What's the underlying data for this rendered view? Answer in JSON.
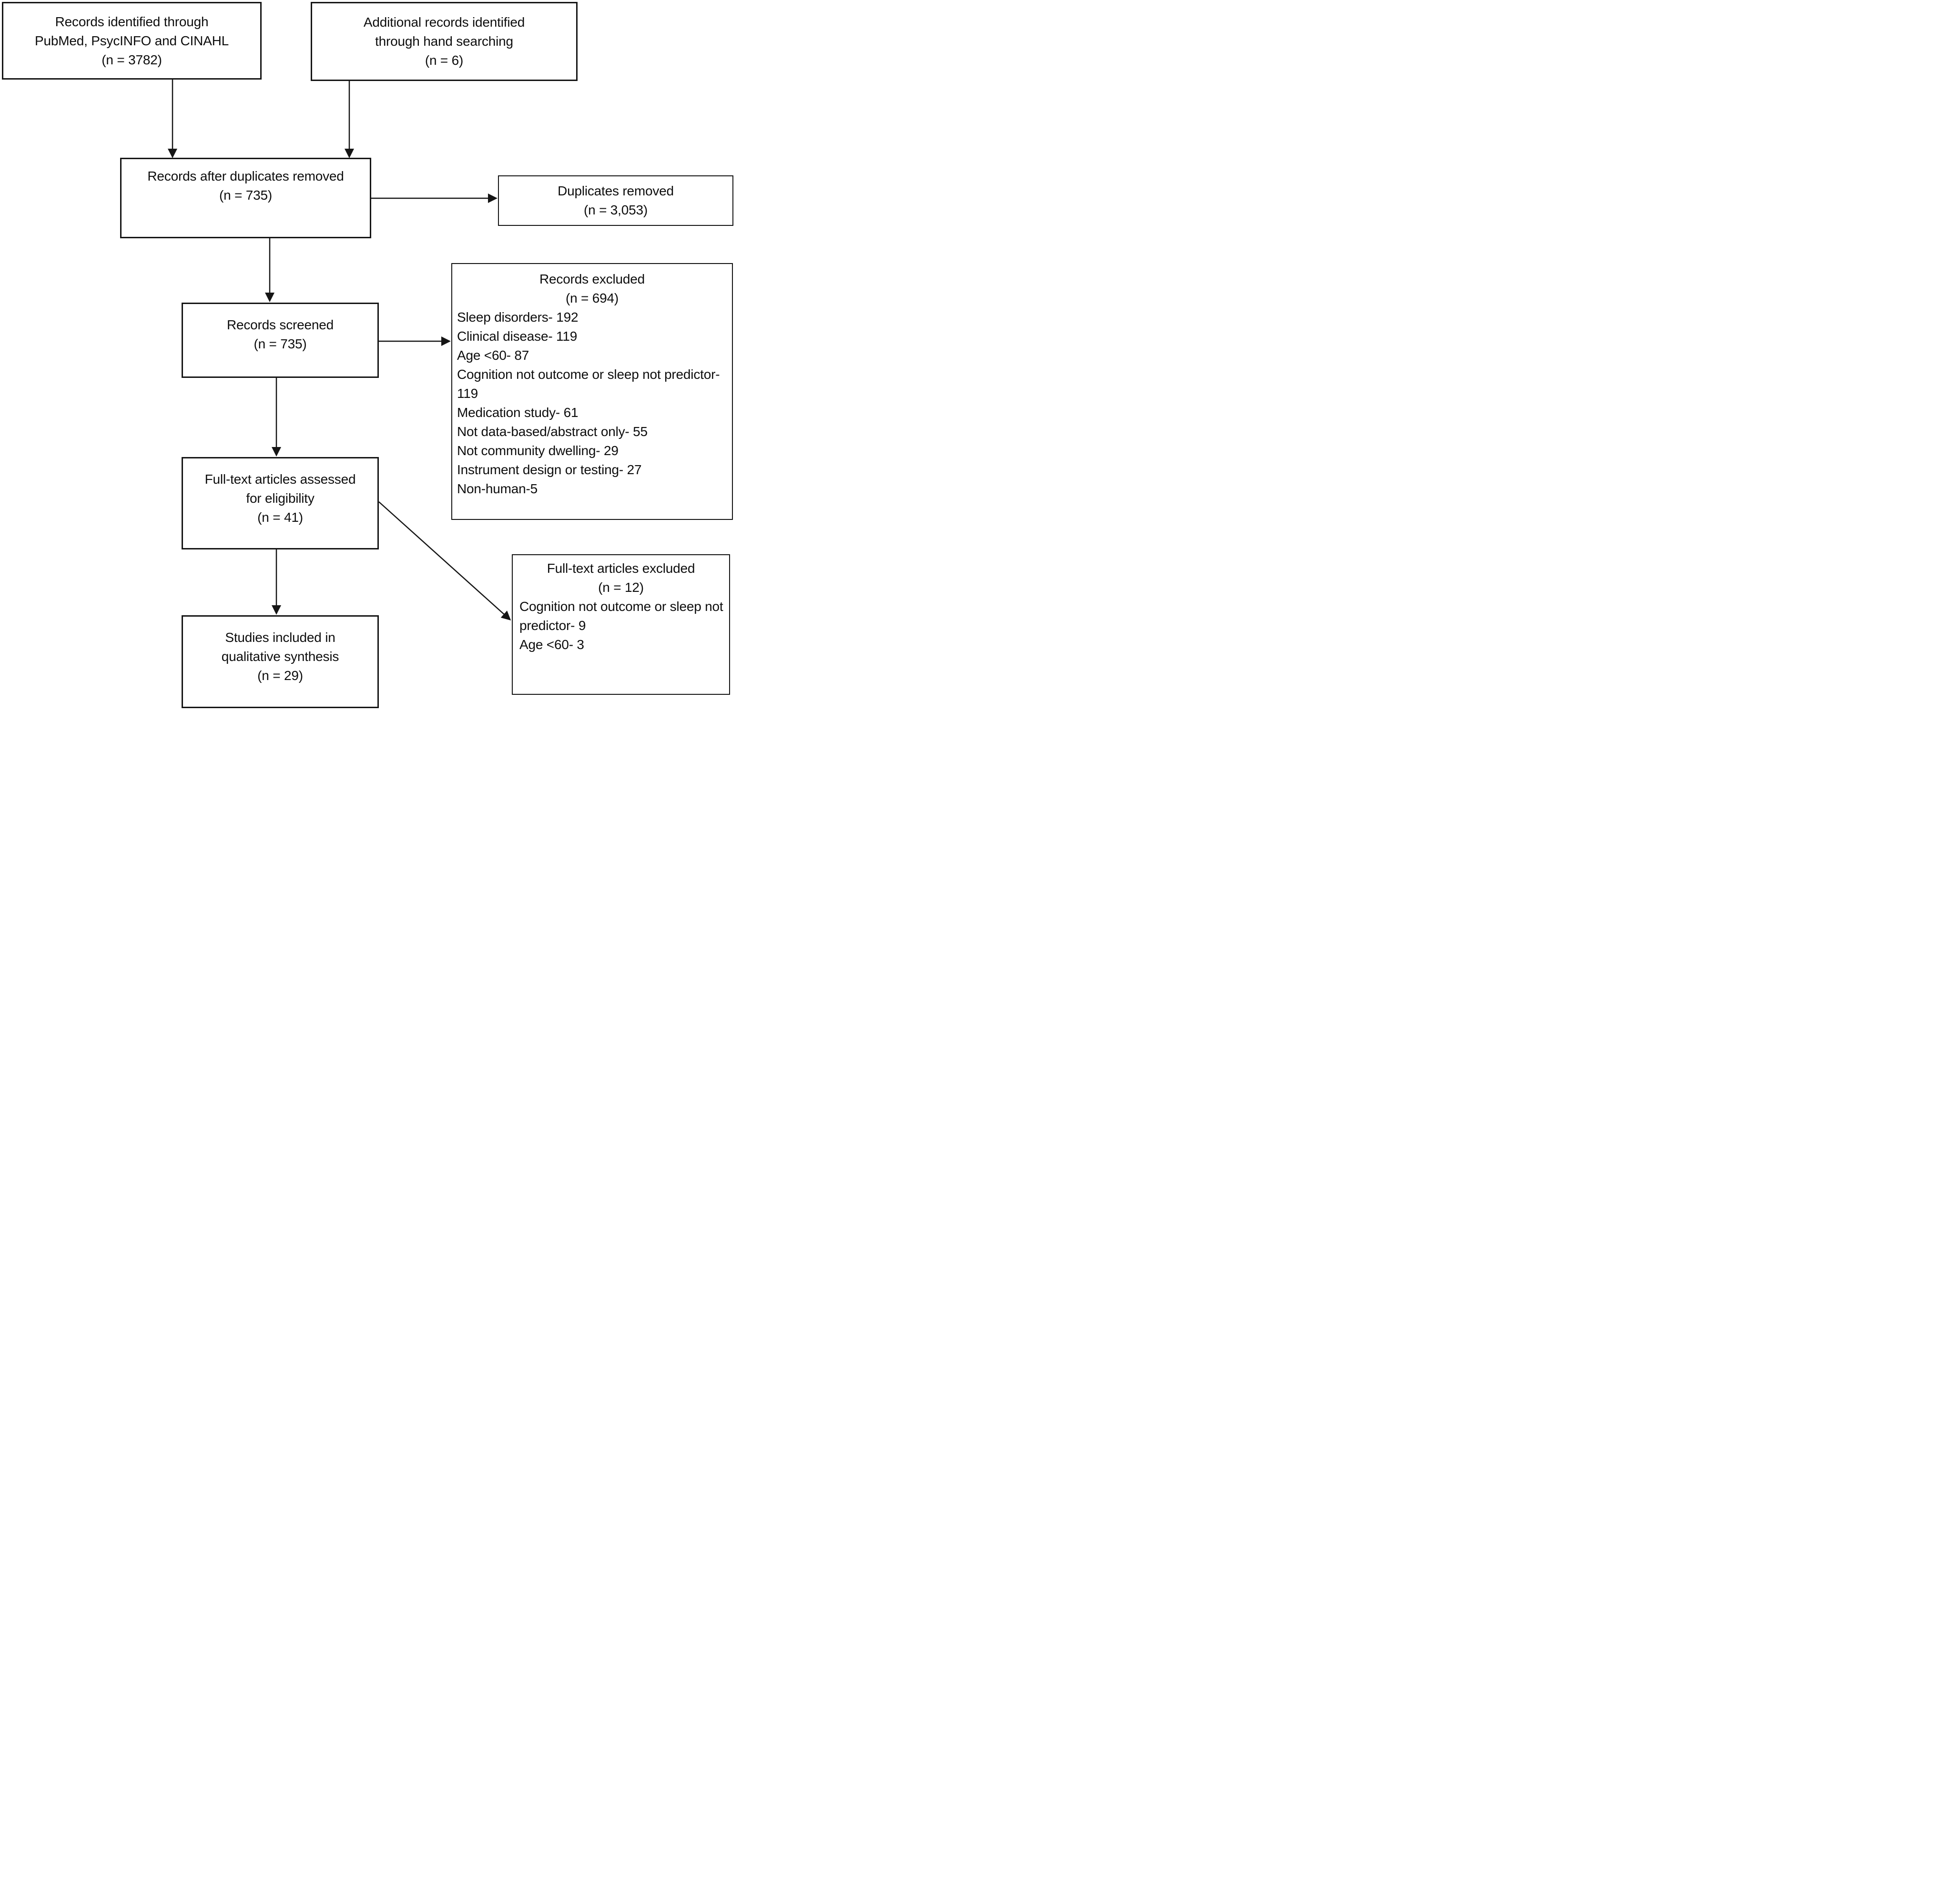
{
  "diagram": {
    "title": "PRISMA-style study selection flow diagram",
    "colors": {
      "line": "#151515",
      "text": "#0d0d0d",
      "background": "#ffffff"
    },
    "boxes": {
      "identified_databases": {
        "lines": [
          "Records identified through",
          "PubMed, PsycINFO and CINAHL",
          "(n = 3782)"
        ]
      },
      "identified_hand": {
        "lines": [
          "Additional records identified",
          "through hand searching",
          "(n = 6)"
        ]
      },
      "after_duplicates": {
        "lines": [
          "Records after duplicates removed",
          "(n = 735)"
        ]
      },
      "duplicates_removed": {
        "lines": [
          "Duplicates removed",
          "(n = 3,053)"
        ]
      },
      "records_screened": {
        "lines": [
          "Records screened",
          "(n = 735)"
        ]
      },
      "records_excluded": {
        "header": [
          "Records excluded",
          "(n = 694)"
        ],
        "items": [
          "Sleep disorders- 192",
          "Clinical disease- 119",
          "Age <60- 87",
          "Cognition not outcome or sleep not predictor- 119",
          "Medication study- 61",
          "Not data-based/abstract only- 55",
          "Not community dwelling- 29",
          "Instrument design or testing- 27",
          "Non-human-5"
        ]
      },
      "fulltext_assessed": {
        "lines": [
          "Full-text articles assessed",
          "for eligibility",
          "(n = 41)"
        ]
      },
      "fulltext_excluded": {
        "header": [
          "Full-text articles excluded",
          "(n = 12)"
        ],
        "items": [
          "Cognition not outcome or sleep not predictor- 9",
          "Age <60- 3"
        ]
      },
      "studies_included": {
        "lines": [
          "Studies included in",
          "qualitative synthesis",
          "(n = 29)"
        ]
      }
    },
    "arrows": [
      {
        "from": "identified_databases",
        "to": "after_duplicates"
      },
      {
        "from": "identified_hand",
        "to": "after_duplicates"
      },
      {
        "from": "after_duplicates",
        "to": "duplicates_removed"
      },
      {
        "from": "after_duplicates",
        "to": "records_screened"
      },
      {
        "from": "records_screened",
        "to": "records_excluded"
      },
      {
        "from": "records_screened",
        "to": "fulltext_assessed"
      },
      {
        "from": "fulltext_assessed",
        "to": "fulltext_excluded"
      },
      {
        "from": "fulltext_assessed",
        "to": "studies_included"
      }
    ]
  }
}
